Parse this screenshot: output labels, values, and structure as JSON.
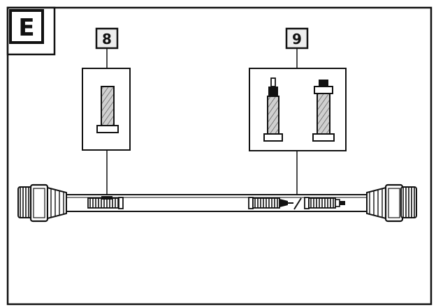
{
  "panel": {
    "letter": "E"
  },
  "callouts": [
    {
      "label": "8"
    },
    {
      "label": "9"
    }
  ],
  "colors": {
    "ink": "#111111",
    "paper": "#ffffff",
    "mid_gray": "#9a9a9a",
    "light_gray": "#d0d0d0"
  }
}
